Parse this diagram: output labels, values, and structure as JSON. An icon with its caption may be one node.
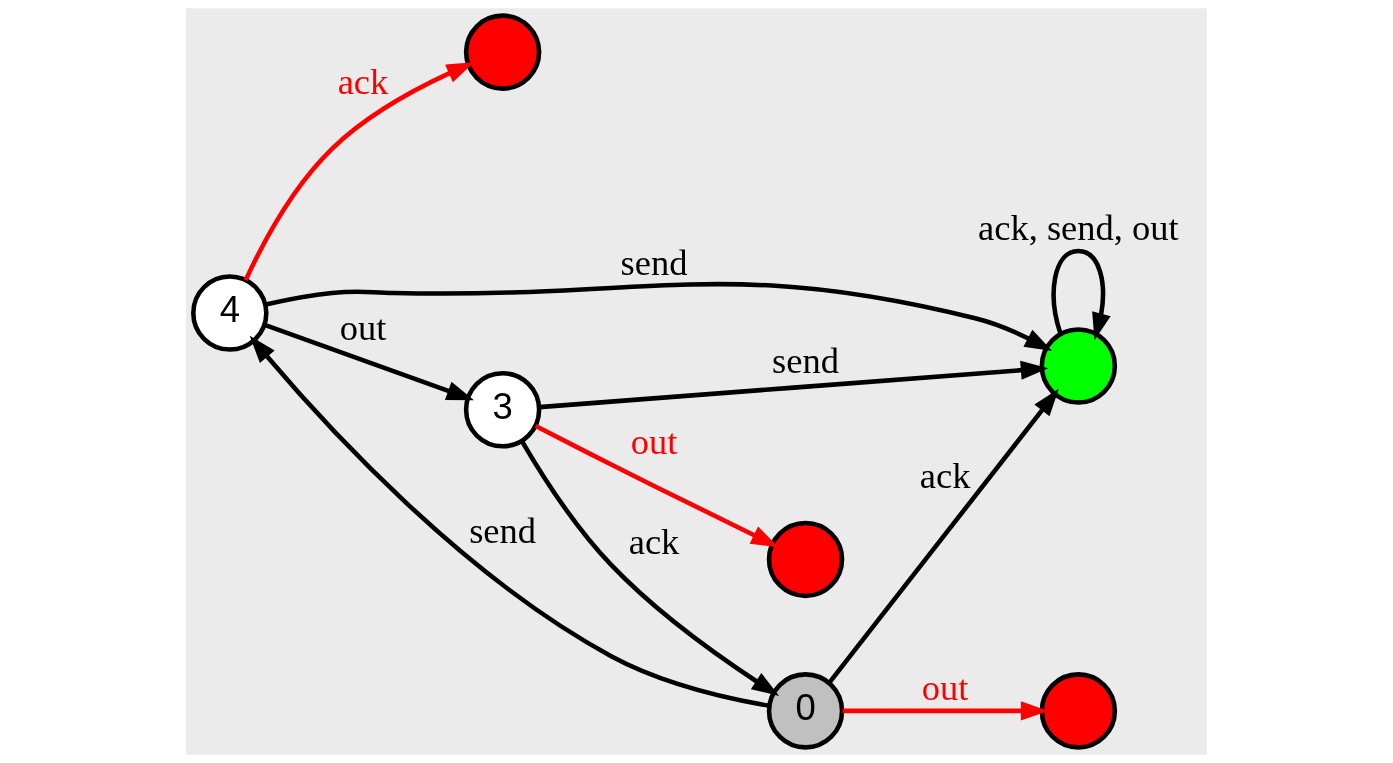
{
  "diagram": {
    "nodes": [
      {
        "text": [],
        "shape": "circle"
      },
      {
        "text": [
          "4"
        ]
      },
      {
        "text": [],
        "shape": "circle"
      },
      {
        "text": [
          "0"
        ]
      },
      {
        "text": [],
        "shape": "circle"
      },
      {
        "text": [
          "3"
        ]
      },
      {
        "text": [],
        "shape": "circle"
      }
    ],
    "edges": [
      {
        "from": 1,
        "to": 0,
        "arrow": "to",
        "label": "ack",
        "color": "#ff0000"
      },
      {
        "from": 3,
        "to": 1,
        "arrow": "to",
        "label": "send"
      },
      {
        "from": 1,
        "to": 5,
        "arrow": "to",
        "label": "out"
      },
      {
        "from": 1,
        "to": 4,
        "arrow": "to",
        "label": "send"
      },
      {
        "from": 3,
        "to": 2,
        "arrow": "to",
        "label": "out",
        "color": "#ff0000"
      },
      {
        "from": 3,
        "to": 4,
        "arrow": "to",
        "label": "ack"
      },
      {
        "from": 5,
        "to": 4,
        "arrow": "to",
        "label": "send"
      },
      {
        "from": 4,
        "to": 4,
        "arrow": "to",
        "label": "ack, send, out"
      },
      {
        "from": 5,
        "to": 3,
        "arrow": "to",
        "label": "ack"
      },
      {
        "from": 5,
        "to": 6,
        "arrow": "to",
        "label": "out",
        "color": "#ff0000"
      }
    ]
  }
}
